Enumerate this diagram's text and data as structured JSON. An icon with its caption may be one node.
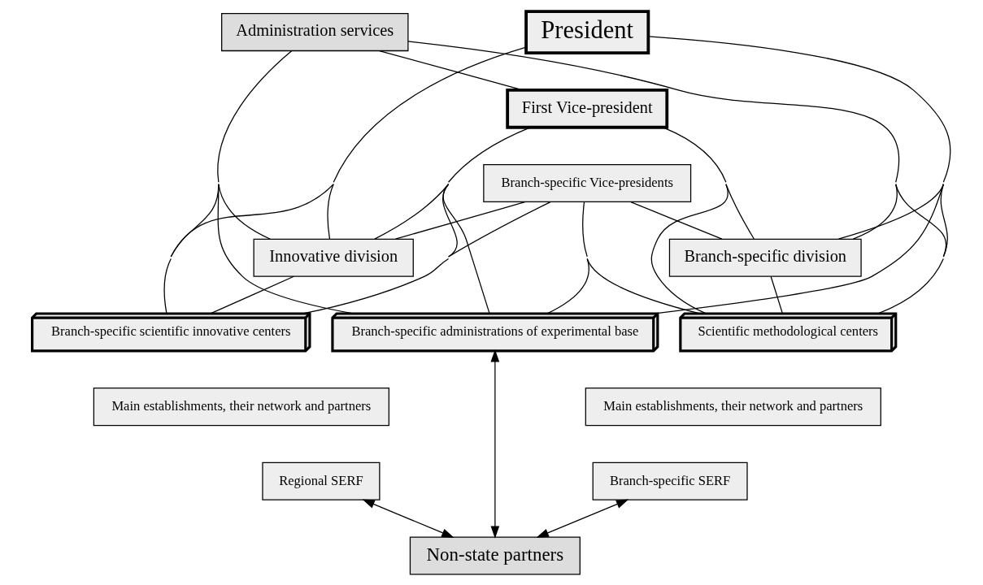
{
  "diagram": {
    "nodes": [
      {
        "text": [
          "President"
        ]
      },
      {
        "text": [
          "First Vice-president"
        ]
      },
      {
        "text": [
          "Branch-specific Vice-presidents"
        ]
      },
      {
        "text": [
          "Administration services"
        ]
      },
      {
        "text": [
          "Branch-specific division"
        ]
      },
      {
        "text": [
          "Innovative division"
        ]
      },
      {
        "text": [
          "Scientific methodological centers"
        ]
      },
      {
        "text": [
          "Main establishments, their network and partners"
        ]
      },
      {
        "text": [
          "Branch-specific SERF"
        ]
      },
      {
        "text": [
          "Branch-specific scientific innovative centers"
        ]
      },
      {
        "text": [
          "Main establishments, their network and partners"
        ]
      },
      {
        "text": [
          "Regional SERF"
        ]
      },
      {
        "text": [
          "Branch-specific administrations of experimental base"
        ]
      },
      {
        "text": [
          "Non-state partners"
        ]
      }
    ],
    "edges": [
      {
        "from": 1,
        "to": 3,
        "arrow": "none"
      },
      {
        "from": 0,
        "to": 4,
        "arrow": "none"
      },
      {
        "from": 0,
        "to": 5,
        "arrow": "none"
      },
      {
        "from": 0,
        "to": 6,
        "arrow": "none"
      },
      {
        "from": 0,
        "to": 9,
        "arrow": "none"
      },
      {
        "from": 0,
        "to": 12,
        "arrow": "none"
      },
      {
        "from": 1,
        "to": 4,
        "arrow": "none"
      },
      {
        "from": 1,
        "to": 5,
        "arrow": "none"
      },
      {
        "from": 1,
        "to": 6,
        "arrow": "none"
      },
      {
        "from": 1,
        "to": 9,
        "arrow": "none"
      },
      {
        "from": 1,
        "to": 12,
        "arrow": "none"
      },
      {
        "from": 2,
        "to": 4,
        "arrow": "none"
      },
      {
        "from": 2,
        "to": 5,
        "arrow": "none"
      },
      {
        "from": 2,
        "to": 6,
        "arrow": "none"
      },
      {
        "from": 2,
        "to": 9,
        "arrow": "none"
      },
      {
        "from": 2,
        "to": 12,
        "arrow": "none"
      },
      {
        "from": 3,
        "to": 4,
        "arrow": "none"
      },
      {
        "from": 3,
        "to": 5,
        "arrow": "none"
      },
      {
        "from": 3,
        "to": 6,
        "arrow": "none"
      },
      {
        "from": 3,
        "to": 9,
        "arrow": "none"
      },
      {
        "from": 3,
        "to": 12,
        "arrow": "none"
      },
      {
        "from": 4,
        "to": 6,
        "arrow": "none"
      },
      {
        "from": 5,
        "to": 9,
        "arrow": "none"
      },
      {
        "from": 8,
        "to": 13,
        "arrow": "both"
      },
      {
        "from": 11,
        "to": 13,
        "arrow": "both"
      },
      {
        "from": 12,
        "to": 13,
        "arrow": "both"
      }
    ]
  }
}
